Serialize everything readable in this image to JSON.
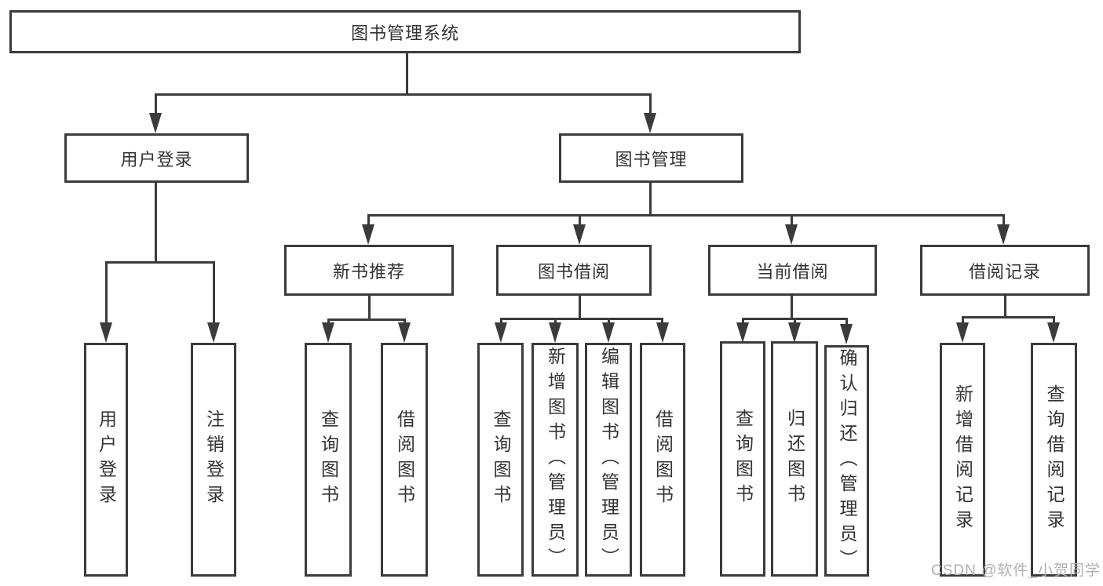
{
  "tree": {
    "label": "图书管理系统",
    "children": [
      {
        "label": "用户登录",
        "children": [
          {
            "label": "用户登录"
          },
          {
            "label": "注销登录"
          }
        ]
      },
      {
        "label": "图书管理",
        "children": [
          {
            "label": "新书推荐",
            "children": [
              {
                "label": "查询图书"
              },
              {
                "label": "借阅图书"
              }
            ]
          },
          {
            "label": "图书借阅",
            "children": [
              {
                "label": "查询图书"
              },
              {
                "label": "新增图书（管理员）"
              },
              {
                "label": "编辑图书（管理员）"
              },
              {
                "label": "借阅图书"
              }
            ]
          },
          {
            "label": "当前借阅",
            "children": [
              {
                "label": "查询图书"
              },
              {
                "label": "归还图书"
              },
              {
                "label": "确认归还（管理员）"
              }
            ]
          },
          {
            "label": "借阅记录",
            "children": [
              {
                "label": "新增借阅记录"
              },
              {
                "label": "查询借阅记录"
              }
            ]
          }
        ]
      }
    ]
  },
  "watermark": "CSDN @软件_小贺同学",
  "colors": {
    "line": "#3b3b3b",
    "text": "#333333",
    "watermark": "#b0b0b0",
    "background": "#ffffff"
  }
}
